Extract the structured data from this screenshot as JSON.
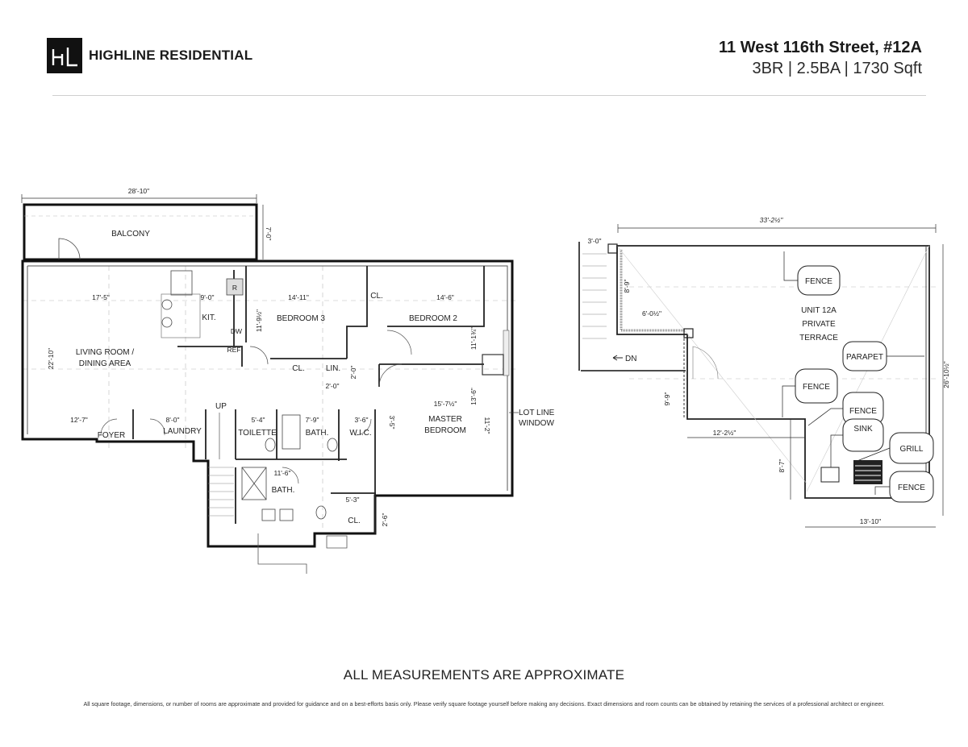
{
  "header": {
    "logo_mark": "HL",
    "brand_name": "HIGHLINE RESIDENTIAL",
    "address": "11 West 116th Street, #12A",
    "specs": "3BR | 2.5BA | 1730 Sqft"
  },
  "floor_plan": {
    "overall_width_dim": "28'-10\"",
    "balcony": {
      "label": "BALCONY",
      "depth_dim": "7'-0\""
    },
    "rooms": {
      "living": {
        "line1": "LIVING ROOM /",
        "line2": "DINING AREA",
        "width_dim": "17'-5\"",
        "depth_dim": "22'-10\""
      },
      "kitchen": {
        "label": "KIT.",
        "width_dim": "9'-0\"",
        "fridge": "R",
        "dishwasher": "DW",
        "ref": "REF"
      },
      "bedroom3": {
        "label": "BEDROOM 3",
        "width_dim": "14'-11\"",
        "depth_dim": "11'-9½\""
      },
      "bedroom2": {
        "label": "BEDROOM 2",
        "width_dim": "14'-6\"",
        "depth_dim": "11'-1¾\""
      },
      "closet_top": {
        "label": "CL."
      },
      "closet_bed3": {
        "label": "CL."
      },
      "linen": {
        "label": "LIN.",
        "dim_a": "2'-0\"",
        "dim_b": "2'-0\""
      },
      "foyer": {
        "label": "FOYER",
        "width_dim": "12'-7\""
      },
      "laundry": {
        "label": "LAUNDRY",
        "width_dim": "8'-0\""
      },
      "stairs": {
        "label": "UP"
      },
      "toilette": {
        "label": "TOILETTE",
        "width_dim": "5'-4\""
      },
      "bath_small": {
        "label": "BATH.",
        "width_dim": "7'-9\""
      },
      "wic": {
        "label": "W.I.C.",
        "width_dim": "3'-6\"",
        "depth_dim": "3'-5\""
      },
      "master": {
        "line1": "MASTER",
        "line2": "BEDROOM",
        "width_dim": "15'-7½\"",
        "depth_dim": "13'-6\"",
        "depth_dim2": "11'-2\""
      },
      "bath_main": {
        "label": "BATH.",
        "width_dim": "11'-6\""
      },
      "closet_bottom": {
        "label": "CL.",
        "width_dim": "5'-3\"",
        "depth_dim": "2'-6\""
      }
    },
    "lot_line": {
      "line1": "LOT LINE",
      "line2": "WINDOW"
    }
  },
  "terrace_plan": {
    "overall_width_dim": "33'-2½\"",
    "overall_depth_dim": "26'-10½\"",
    "title": {
      "line1": "UNIT 12A",
      "line2": "PRIVATE",
      "line3": "TERRACE"
    },
    "callouts": [
      "FENCE",
      "PARAPET",
      "FENCE",
      "FENCE",
      "SINK",
      "GRILL",
      "FENCE"
    ],
    "stairs": {
      "label": "DN",
      "dim": "3'-0\""
    },
    "dims": {
      "stair_wall": "8'-9\"",
      "notch_width": "6'-0½\"",
      "lower_wall": "9'-9\"",
      "lower_width": "12'-2½\"",
      "bottom_depth": "8'-7\"",
      "bottom_width": "13'-10\""
    }
  },
  "footer": {
    "caption": "ALL MEASUREMENTS ARE APPROXIMATE",
    "disclaimer": "All square footage, dimensions, or number of rooms are approximate and provided for guidance and on a best-efforts basis only. Please verify square footage yourself before making any decisions. Exact dimensions and room counts can be obtained by retaining the services of a professional architect or engineer."
  }
}
